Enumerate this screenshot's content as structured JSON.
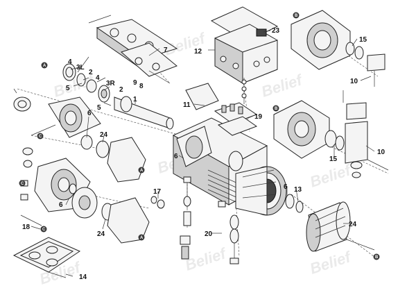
{
  "watermark": "Belief",
  "callouts": {
    "c1": "1",
    "c2a": "2",
    "c2b": "2",
    "c3l": "3L",
    "c3r": "3R",
    "c4a": "4",
    "c4b": "4",
    "c5a": "5",
    "c5b": "5",
    "c6a": "6",
    "c6b": "6",
    "c6c": "6",
    "c6d": "6",
    "c7": "7",
    "c8": "8",
    "c9": "9",
    "c10a": "10",
    "c10b": "10",
    "c11": "11",
    "c12": "12",
    "c13": "13",
    "c14": "14",
    "c15a": "15",
    "c15b": "15",
    "c17": "17",
    "c18": "18",
    "c19": "19",
    "c20": "20",
    "c23": "23",
    "c24a": "24",
    "c24b": "24",
    "c24c": "24"
  },
  "connectors": {
    "A": "A",
    "B": "B",
    "C": "C"
  },
  "colors": {
    "ink": "#111111",
    "connector_fill": "#3a3a3a",
    "watermark": "#d9d9d9"
  }
}
